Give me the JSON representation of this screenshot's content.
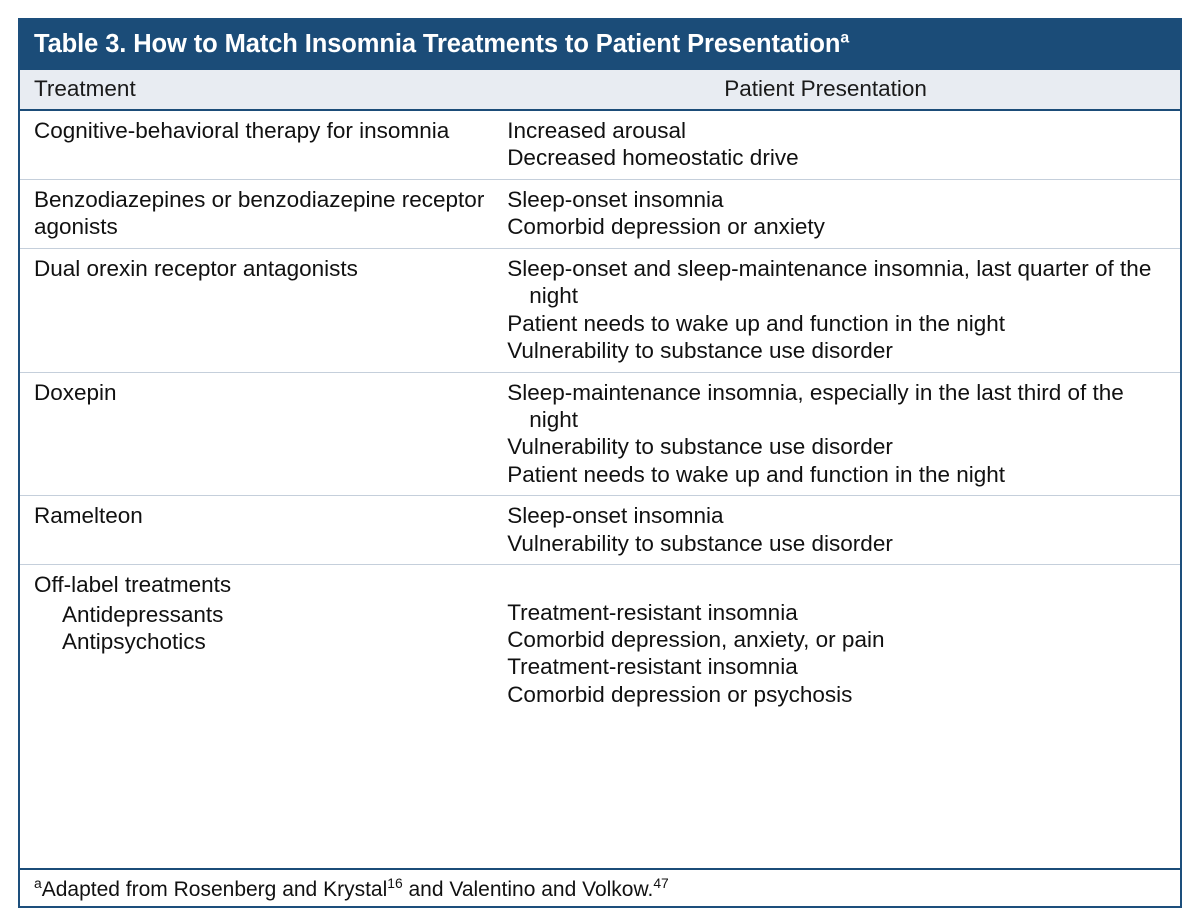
{
  "table": {
    "title": "Table 3. How to Match Insomnia Treatments to Patient Presentation",
    "title_superscript": "a",
    "columns": {
      "treatment": "Treatment",
      "presentation": "Patient Presentation"
    },
    "rows": [
      {
        "treatment": "Cognitive-behavioral therapy for insomnia",
        "presentations": [
          "Increased arousal",
          "Decreased homeostatic drive"
        ]
      },
      {
        "treatment": "Benzodiazepines or benzodiazepine receptor agonists",
        "presentations": [
          "Sleep-onset insomnia",
          "Comorbid depression or anxiety"
        ]
      },
      {
        "treatment": "Dual orexin receptor antagonists",
        "presentations": [
          "Sleep-onset and sleep-maintenance insomnia, last quarter of the night",
          "Patient needs to wake up and function in the night",
          "Vulnerability to substance use disorder"
        ]
      },
      {
        "treatment": "Doxepin",
        "presentations": [
          "Sleep-maintenance insomnia, especially in the last third of the night",
          "Vulnerability to substance use disorder",
          "Patient needs to wake up and function in the night"
        ]
      },
      {
        "treatment": "Ramelteon",
        "presentations": [
          "Sleep-onset insomnia",
          "Vulnerability to substance use disorder"
        ]
      }
    ],
    "off_label": {
      "label": "Off-label treatments",
      "subrows": [
        {
          "treatment": "Antidepressants",
          "presentations": [
            "Treatment-resistant insomnia",
            "Comorbid depression, anxiety, or pain"
          ]
        },
        {
          "treatment": "Antipsychotics",
          "presentations": [
            "Treatment-resistant insomnia",
            "Comorbid depression or psychosis"
          ]
        }
      ]
    },
    "footnote": {
      "marker": "a",
      "text_part1": "Adapted from Rosenberg and Krystal",
      "ref1": "16",
      "text_part2": " and Valentino and Volkow.",
      "ref2": "47"
    },
    "colors": {
      "header_bg": "#1b4c78",
      "subheader_bg": "#e8ecf2",
      "rule": "#c5cfdb",
      "text": "#111111"
    }
  }
}
